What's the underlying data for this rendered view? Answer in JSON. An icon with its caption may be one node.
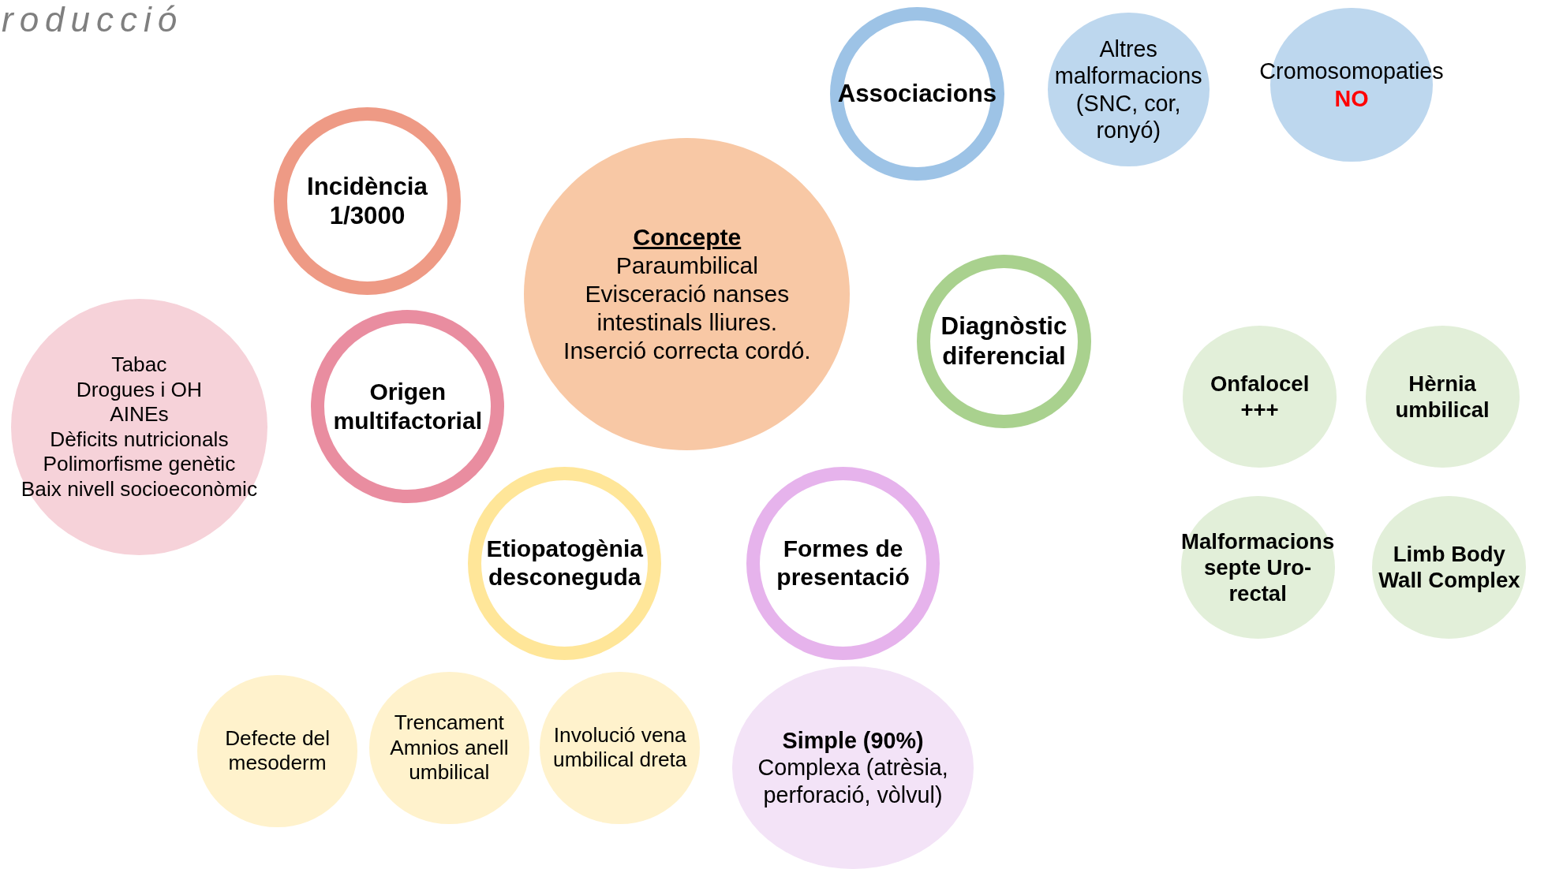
{
  "diagram": {
    "title": "roducció",
    "nodes": [
      {
        "text": [
          "Associacions"
        ]
      },
      {
        "text": [
          "Altres malformacions (SNC, cor, ronyó)"
        ]
      },
      {
        "text": [
          "Cromosomopaties",
          "NO"
        ]
      },
      {
        "text": [
          "Incidència 1/3000"
        ]
      },
      {
        "text": [
          "Concepte",
          "Paraumbilical",
          "Evisceració nanses intestinals lliures.",
          "Inserció correcta cordó."
        ]
      },
      {
        "text": [
          "Diagnòstic diferencial"
        ]
      },
      {
        "text": [
          "Tabac",
          "Drogues i OH",
          "AINEs",
          "Dèficits nutricionals",
          "Polimorfisme genètic",
          "Baix nivell socioeconòmic"
        ]
      },
      {
        "text": [
          "Origen multifactorial"
        ]
      },
      {
        "text": [
          "Onfalocel +++"
        ]
      },
      {
        "text": [
          "Hèrnia umbilical"
        ]
      },
      {
        "text": [
          "Etiopatogènia desconeguda"
        ]
      },
      {
        "text": [
          "Formes de presentació"
        ]
      },
      {
        "text": [
          "Malformacions septe Uro-rectal"
        ]
      },
      {
        "text": [
          "Limb Body Wall Complex"
        ]
      },
      {
        "text": [
          "Defecte del mesoderm"
        ]
      },
      {
        "text": [
          "Trencament Amnios anell umbilical"
        ]
      },
      {
        "text": [
          "Involució vena umbilical dreta"
        ]
      },
      {
        "text": [
          "Simple (90%)",
          "Complexa (atrèsia, perforació, vòlvul)"
        ]
      }
    ]
  }
}
